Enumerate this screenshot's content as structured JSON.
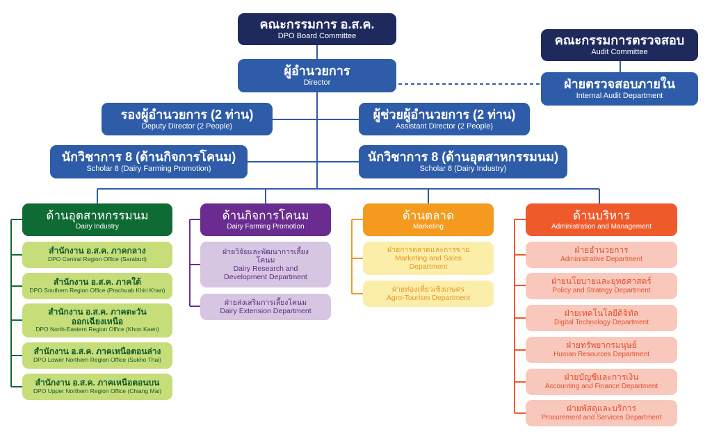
{
  "board": {
    "th": "คณะกรรมการ อ.ส.ค.",
    "en": "DPO Board Committee"
  },
  "audit_committee": {
    "th": "คณะกรรมการตรวจสอบ",
    "en": "Audit Committee"
  },
  "director": {
    "th": "ผู้อำนวยการ",
    "en": "Director"
  },
  "internal_audit": {
    "th": "ฝ่ายตรวจสอบภายใน",
    "en": "Internal Audit Department"
  },
  "deputy": {
    "th": "รองผู้อำนวยการ (2 ท่าน)",
    "en": "Deputy Director (2 People)"
  },
  "assistant": {
    "th": "ผู้ช่วยผู้อำนวยการ (2 ท่าน)",
    "en": "Assistant Director (2 People)"
  },
  "scholar_farming": {
    "th": "นักวิชาการ 8 (ด้านกิจการโคนม)",
    "en": "Scholar 8 (Dairy Farming Promotion)"
  },
  "scholar_industry": {
    "th": "นักวิชาการ 8 (ด้านอุตสาหกรรมนม)",
    "en": "Scholar 8 (Dairy Industry)"
  },
  "columns": {
    "industry": {
      "th": "ด้านอุตสาหกรรมนม",
      "en": "Dairy Industry",
      "items": [
        {
          "th": "สำนักงาน อ.ส.ค. ภาคกลาง",
          "en": "DPO Central Region Office (Saraburi)"
        },
        {
          "th": "สำนักงาน อ.ส.ค. ภาคใต้",
          "en": "DPO Southern Region Office (Prachuab Khiri Khan)"
        },
        {
          "th": "สำนักงาน อ.ส.ค. ภาคตะวันออกเฉียงเหนือ",
          "en": "DPO North-Eastern Region Office (Khon Kaen)"
        },
        {
          "th": "สำนักงาน อ.ส.ค. ภาคเหนือตอนล่าง",
          "en": "DPO Lower Northern Region Office (Sukho Thai)"
        },
        {
          "th": "สำนักงาน อ.ส.ค. ภาคเหนือตอนบน",
          "en": "DPO Upper Northern Region Office (Chiang Mai)"
        }
      ]
    },
    "farming": {
      "th": "ด้านกิจการโคนม",
      "en": "Dairy Farming Promotion",
      "items": [
        {
          "th": "ฝ่ายวิจัยและพัฒนาการเลี้ยงโคนม",
          "en": "Dairy Research and Development Department"
        },
        {
          "th": "ฝ่ายส่งเสริมการเลี้ยงโคนม",
          "en": "Dairy Extension Department"
        }
      ]
    },
    "marketing": {
      "th": "ด้านตลาด",
      "en": "Marketing",
      "items": [
        {
          "th": "ฝ่ายการตลาดและการขาย",
          "en": "Marketing and Sales Department"
        },
        {
          "th": "ฝ่ายท่องเที่ยวเชิงเกษตร",
          "en": "Agro-Tourism Department"
        }
      ]
    },
    "admin": {
      "th": "ด้านบริหาร",
      "en": "Administration and Management",
      "items": [
        {
          "th": "ฝ่ายอำนวยการ",
          "en": "Administrative Department"
        },
        {
          "th": "ฝ่ายนโยบายและยุทธศาสตร์",
          "en": "Policy and Strategy Department"
        },
        {
          "th": "ฝ่ายเทคโนโลยีดิจิทัล",
          "en": "Digital Technology Department"
        },
        {
          "th": "ฝ่ายทรัพยากรมนุษย์",
          "en": "Human Resources Department"
        },
        {
          "th": "ฝ่ายบัญชีและการเงิน",
          "en": "Accounting and Finance Department"
        },
        {
          "th": "ฝ่ายพัสดุและบริการ",
          "en": "Procurement and Services Department"
        }
      ]
    }
  },
  "colors": {
    "navy": "#1f2a5c",
    "blue": "#2e5ca8",
    "green": "#0f6b34",
    "purple": "#6a2d8f",
    "orange": "#f39a1f",
    "red": "#ef5a2b"
  }
}
